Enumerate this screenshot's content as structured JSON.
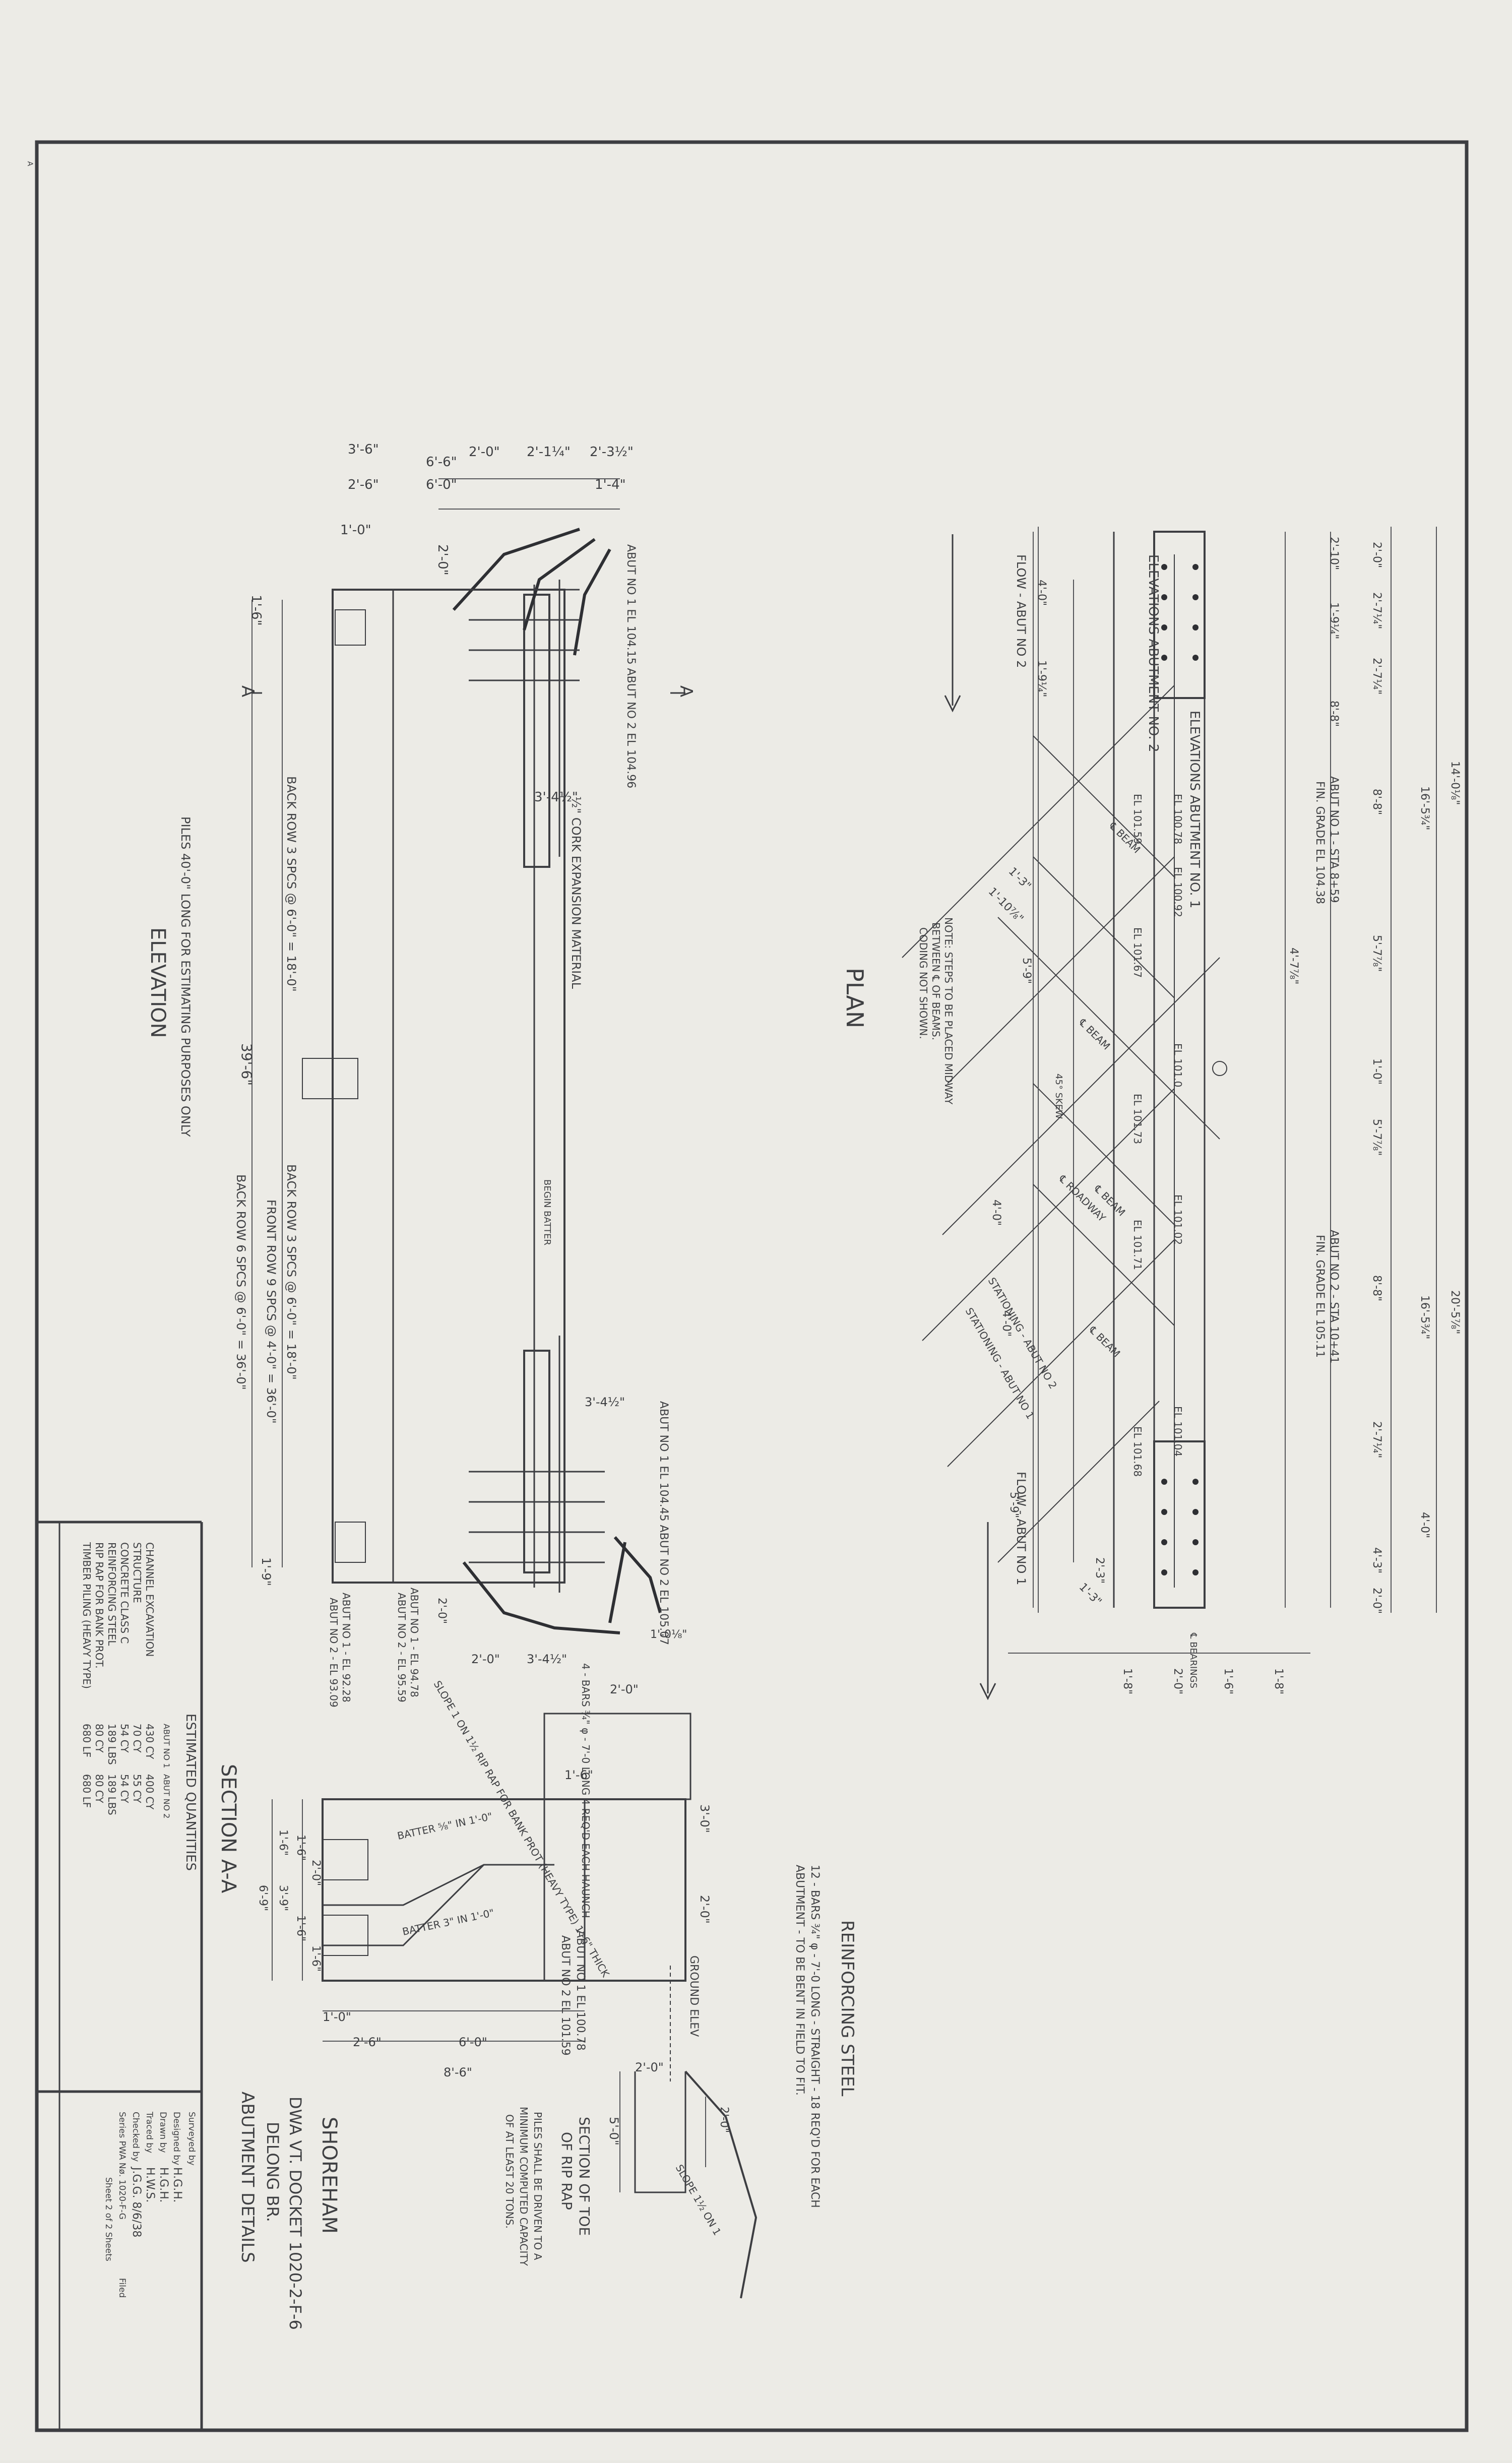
{
  "margin_stamp": "A",
  "plan": {
    "title": "PLAN",
    "elevations_abut_1": "ELEVATIONS ABUTMENT NO. 1",
    "elevations_abut_2": "ELEVATIONS ABUTMENT NO. 2",
    "flow_abut_2": "FLOW - ABUT NO 2",
    "flow_abut_1": "FLOW - ABUT NO 1",
    "note_line1": "NOTE: STEPS TO BE PLACED MIDWAY",
    "note_line2": "BETWEEN ℄ OF BEAMS.",
    "note_line3": "CODING NOT SHOWN.",
    "stationing_abut_2": "STATIONING - ABUT NO 2",
    "stationing_abut_1": "STATIONING - ABUT NO 1",
    "abut1_sta": "ABUT NO 1 - STA 8+59",
    "abut1_fin_grade": "FIN. GRADE EL 104.38",
    "abut2_sta": "ABUT NO 2 - STA 10+41",
    "abut2_fin_grade": "FIN. GRADE EL 105.11",
    "beam_label": "℄ BEAM",
    "roadway_label": "℄ ROADWAY",
    "skew": "45° SKEW",
    "bearings": "℄ BEARINGS",
    "elevations": [
      "EL 100.78",
      "EL 101.59",
      "EL 100.92",
      "EL 101.67",
      "EL 101.0",
      "EL 101.73",
      "EL 101.02",
      "EL 101.71",
      "EL 101.04",
      "EL 101.68"
    ],
    "dims_right": [
      "2'-0\"",
      "2'-7¼\"",
      "2'-7¼\"",
      "8'-8\"",
      "5'-7⅞\"",
      "1'-0\"",
      "5'-7⅞\"",
      "8'-8\"",
      "2'-7¼\"",
      "4'-3\"",
      "2'-0\""
    ],
    "dims_overall": [
      "14'-0⅛\"",
      "16'-5¾\"",
      "20'-5⅞\"",
      "16'-5¾\"",
      "4'-0\""
    ],
    "dims_left": [
      "2'-10\"",
      "1'-9¼\"",
      "8'-8\"",
      "4'-7⅞\"",
      "4'-0\"",
      "1'-9¼\"",
      "2'-3\""
    ],
    "dims_misc": [
      "4'-0\"",
      "1'-9¼\"",
      "1'-3\"",
      "1'-10⅞\"",
      "5'-9\"",
      "4'-0\"",
      "4'-0\"",
      "5'-9\"",
      "1'-3\""
    ],
    "dims_bottom": [
      "1'-8\"",
      "2'-0\"",
      "1'-6\"",
      "1'-8\""
    ]
  },
  "elevation": {
    "title": "ELEVATION",
    "piles_note": "PILES 40'-0\" LONG FOR ESTIMATING PURPOSES ONLY",
    "expansion": "½\" CORK EXPANSION MATERIAL",
    "begin_batter": "BEGIN BATTER",
    "back_row_top": "BACK ROW 3 SPCS @ 6'-0\" = 18'-0\"",
    "back_row_mid": "BACK ROW 3 SPCS @ 6'-0\" = 18'-0\"",
    "front_row": "FRONT ROW 9 SPCS @ 4'-0\" = 36'-0\"",
    "back_row_bot": "BACK ROW 6 SPCS @ 6'-0\" = 36'-0\"",
    "overall": "39'-6\"",
    "abut_el_top": "ABUT NO 1 EL 104.15   ABUT NO 2 EL 104.96",
    "abut_el_bot": "ABUT NO 1 EL 104.45   ABUT NO 2 EL 105.07",
    "dims_top": [
      "3'-6\"",
      "6'-6\"",
      "2'-6\"",
      "6'-0\"",
      "2'-0\"",
      "2'-1¼\"",
      "2'-3½\"",
      "1'-4\"",
      "1'-0\"",
      "2'-0\"",
      "1'-6\"",
      "3'-4½\""
    ],
    "dims_bot": [
      "3'-4½\"",
      "1'-0⅛\"",
      "2'-0\"",
      "2'-0\"",
      "3'-4½\"",
      "2'-0\"",
      "1'-9\""
    ],
    "stem_els": [
      "ABUT NO 1 - EL 94.78",
      "ABUT NO 2 - EL 95.59",
      "ABUT NO 1 - EL 92.28",
      "ABUT NO 2 - EL 93.09"
    ],
    "rebar_note": "4 - BARS ¾\" φ - 7'-0 LONG   4 REQ'D EACH HAUNCH",
    "slope_note": "SLOPE 1 ON 1½   RIP RAP FOR BANK PROT   (HEAVY TYPE) 1'-6\" THICK",
    "section_mark": "A",
    "section_mark_bottom": "A"
  },
  "section_aa": {
    "title": "SECTION A-A",
    "batter_top": "BATTER ⅝\" IN 1'-0\"",
    "batter_bot": "BATTER 3\" IN 1'-0\"",
    "el_note1": "ABUT NO 1 EL 100.78",
    "el_note2": "ABUT NO 2 EL 101.59",
    "dims": [
      "3'-0\"",
      "2'-0\"",
      "1'-6\"",
      "1'-6\"",
      "2'-0\"",
      "1'-6\"",
      "3'-9\"",
      "1'-6\"",
      "6'-9\"",
      "1'-0\"",
      "2'-6\"",
      "6'-0\"",
      "8'-6\"",
      "1'-6\""
    ]
  },
  "reinforcing": {
    "title": "REINFORCING STEEL",
    "line1": "12 - BARS ¾\" φ - 7'-0 LONG - STRAIGHT - 18 REQ'D FOR EACH",
    "line2": "ABUTMENT - TO BE BENT IN FIELD TO FIT."
  },
  "toe": {
    "ground": "GROUND ELEV",
    "dims": [
      "2'-0\"",
      "2'-0\"",
      "5'-0\""
    ],
    "slope": "SLOPE 1½ ON 1",
    "title1": "SECTION OF TOE",
    "title2": "OF RIP RAP",
    "note1": "PILES SHALL BE DRIVEN TO A",
    "note2": "MINIMUM COMPUTED CAPACITY",
    "note3": "OF AT LEAST 20 TONS."
  },
  "quantities": {
    "title": "ESTIMATED QUANTITIES",
    "col_heads": [
      "ABUT NO 1",
      "ABUT NO 2"
    ],
    "rows": [
      {
        "item": "CHANNEL EXCAVATION",
        "a1": "430 CY",
        "a2": "400 CY"
      },
      {
        "item": "STRUCTURE",
        "a1": "70 CY",
        "a2": "55 CY"
      },
      {
        "item": "CONCRETE CLASS C",
        "a1": "54 CY",
        "a2": "54 CY"
      },
      {
        "item": "REINFORCING STEEL",
        "a1": "189 LBS",
        "a2": "189 LBS"
      },
      {
        "item": "RIP RAP FOR BANK PROT.",
        "a1": "80 CY",
        "a2": "80 CY"
      },
      {
        "item": "TIMBER PILING (HEAVY TYPE)",
        "a1": "680 LF",
        "a2": "680 LF"
      }
    ]
  },
  "title_block": {
    "line1": "SHOREHAM",
    "line2": "DWA VT. DOCKET 1020-2-F-6",
    "line3": "DELONG BR.",
    "line4": "ABUTMENT DETAILS",
    "surveyed_by": "Surveyed by",
    "designed_by": "Designed by",
    "designed_val": "H.G.H.",
    "drawn_by": "Drawn by",
    "drawn_val": "H.G.H.",
    "traced_by": "Traced by",
    "traced_val": "H.W.S.",
    "checked_by": "Checked by",
    "checked_val": "J.G.G.  8/6/38",
    "series": "Series PWA Nø. 1020-F-G",
    "filed": "Filed",
    "sheet": "Sheet 2 of 2 Sheets"
  }
}
